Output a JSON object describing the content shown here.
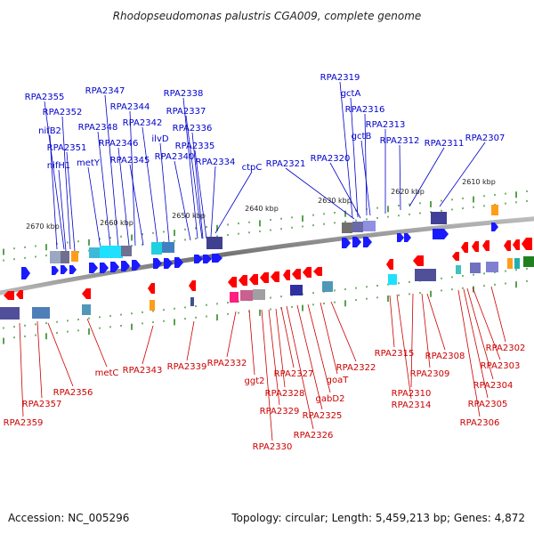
{
  "title": "Rhodopseudomonas palustris CGA009, complete genome",
  "footer": {
    "accession": "Accession: NC_005296",
    "summary": "Topology: circular; Length: 5,459,213 bp; Genes: 4,872"
  },
  "colors": {
    "forward": "#1a1aff",
    "reverse": "#ff0000",
    "tick": "#2e8b22",
    "backbone": "#808080",
    "label_forward": "#0000cc",
    "label_reverse": "#cc0000"
  },
  "ticks": [
    "2670 kbp",
    "2660 kbp",
    "2650 kbp",
    "2640 kbp",
    "2630 kbp",
    "2620 kbp",
    "2610 kbp"
  ],
  "top_labels": [
    "RPA2355",
    "RPA2352",
    "nifB2",
    "RPA2351",
    "nifH1",
    "RPA2347",
    "RPA2348",
    "metY",
    "RPA2344",
    "RPA2346",
    "RPA2345",
    "RPA2342",
    "ilvD",
    "RPA2338",
    "RPA2337",
    "RPA2336",
    "RPA2340",
    "RPA2335",
    "RPA2334",
    "ctpC",
    "RPA2321",
    "RPA2320",
    "RPA2319",
    "gctA",
    "RPA2316",
    "gctB",
    "RPA2313",
    "RPA2312",
    "RPA2311",
    "RPA2307"
  ],
  "bottom_labels": [
    "RPA2359",
    "RPA2357",
    "RPA2356",
    "metC",
    "RPA2343",
    "RPA2339",
    "RPA2332",
    "ggt2",
    "RPA2330",
    "RPA2329",
    "RPA2328",
    "RPA2327",
    "RPA2326",
    "RPA2325",
    "gabD2",
    "goaT",
    "RPA2322",
    "RPA2315",
    "RPA2314",
    "RPA2310",
    "RPA2309",
    "RPA2308",
    "RPA2306",
    "RPA2305",
    "RPA2304",
    "RPA2303",
    "RPA2302"
  ]
}
